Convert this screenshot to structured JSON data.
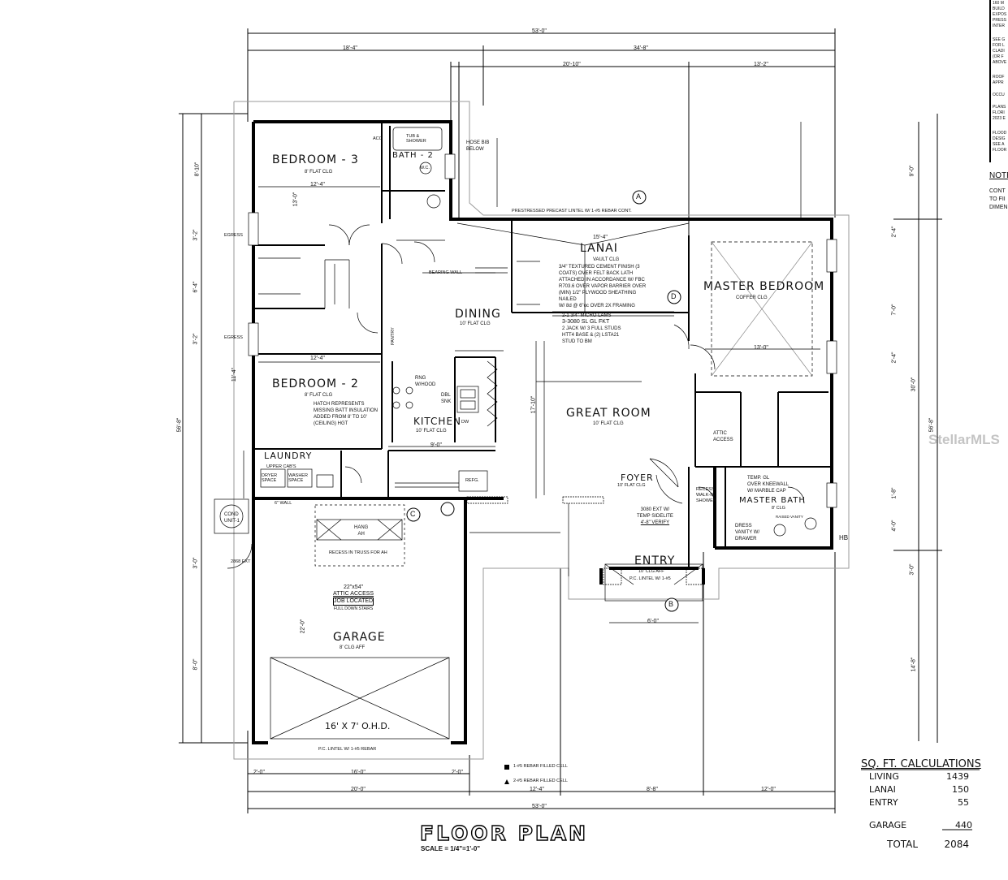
{
  "rooms": {
    "bedroom3": {
      "name": "BEDROOM - 3",
      "ceiling": "8' FLAT CLG",
      "dim": "12'-4\"",
      "dim2": "13'-0\""
    },
    "bath2": {
      "name": "BATH - 2",
      "tub": "TUB & SHOWER",
      "wc": "W.C.",
      "acc": "ACC"
    },
    "lanai": {
      "name": "LANAI",
      "ceiling": "VAULT CLG"
    },
    "master_bedroom": {
      "name": "MASTER BEDROOM",
      "ceiling": "COFFER CLG"
    },
    "dining": {
      "name": "DINING",
      "ceiling": "10' FLAT CLG"
    },
    "bedroom2": {
      "name": "BEDROOM - 2",
      "ceiling": "8' FLAT CLG",
      "dim": "12'-4\""
    },
    "kitchen": {
      "name": "KITCHEN",
      "ceiling": "10' FLAT CLG"
    },
    "great_room": {
      "name": "GREAT ROOM",
      "ceiling": "10' FLAT CLG"
    },
    "laundry": {
      "name": "LAUNDRY",
      "upper": "UPPER CAB'S",
      "dryer": "DRYER SPACE",
      "washer": "WASHER SPACE"
    },
    "foyer": {
      "name": "FOYER",
      "ceiling": "10' FLAT CLG"
    },
    "master_bath": {
      "name": "MASTER BATH",
      "ceiling": "8' CLG"
    },
    "entry": {
      "name": "ENTRY",
      "ceiling": "10' CLG AFF"
    },
    "garage": {
      "name": "GARAGE",
      "ceiling": "8' CLG AFF",
      "door": "16' X 7' O.H.D."
    }
  },
  "notes": {
    "lintel_top": "PRESTRESSED PRECAST LINTEL W/ 1-#5 REBAR CONT.",
    "lanai_finish": [
      "3/4\" TEXTURED CEMENT FINISH (3",
      "COATS) OVER FELT BACK LATH",
      "ATTACHED IN ACCORDANCE W/ FBC",
      "R703.6 OVER VAPOR BARRIER OVER",
      "(MIN) 1/2\" PLYWOOD SHEATHING NAILED",
      "W/ 8d @ 6\"oc OVER 2X FRAMING"
    ],
    "micro_lams": [
      "2-1 3/4\" MICRO LAMS",
      "3-3080 SL GL FKT",
      "2 JACK W/ 3 FULL STUDS",
      "HTT4 BASE & (2) LSTA21",
      "STUD TO BM"
    ],
    "hatch": [
      "HATCH REPRESENTS",
      "MISSING BATT INSULATION",
      "ADDED FROM 8' TO 10'",
      "(CEILING) HGT"
    ],
    "recess": "RECESS IN TRUSS FOR AH",
    "attic": [
      "22\"x54\"",
      "ATTIC ACCESS",
      "JOB LOCATED",
      "FULL DOWN STAIRS"
    ],
    "garage_lintel": "P.C. LINTEL W/ 1-#5 REBAR",
    "legend1": "1-#5 REBAR FILLED CELL",
    "legend2": "2-#5 REBAR FILLED CELL",
    "hose": [
      "HOSE BIB",
      "BELOW"
    ],
    "bearing": "BEARING WALL",
    "wall": "6\" WALL",
    "hang": [
      "HANG",
      "AH"
    ],
    "cond": [
      "COND",
      "UNIT-1"
    ],
    "refg": "REFG.",
    "dbl_sink": [
      "DBL",
      "SNK"
    ],
    "dw": "DW",
    "rng": [
      "RNG",
      "W/HOOD"
    ],
    "pantry": "PANTRY",
    "egress1": "EGRESS",
    "egress2": "EGRESS",
    "door_exit": "2868 EXT",
    "temp_gl": [
      "TEMP. GL",
      "OVER KNEEWALL",
      "W/ MARBLE CAP"
    ],
    "dress": [
      "DRESS",
      "VANITY W/",
      "DRAWER"
    ],
    "raised": "RAISED VANITY",
    "attic_access": [
      "ATTIC",
      "ACCESS"
    ],
    "walkin": [
      "RECESS",
      "WALK-IN",
      "SHOWER"
    ],
    "sidelite": [
      "3080 EXT W/",
      "TEMP SIDELITE",
      "4'-8\" VERIFY"
    ],
    "pc_lintel": "P.C. LINTEL W/ 1-#5",
    "hb": "HB"
  },
  "dims": {
    "overall": "53'-0\"",
    "left_top": "18'-4\"",
    "right_top": "34'-8\"",
    "mid_top": "20'-10\"",
    "right_top2": "13'-2\"",
    "depth_left": "56'-8\"",
    "depth_right": "56'-8\"",
    "bottom_a": "2'-0\"",
    "bottom_b": "16'-0\"",
    "bottom_c": "2'-0\"",
    "bottom_d": "20'-0\"",
    "bottom_e": "12'-4\"",
    "bottom_f": "8'-8\"",
    "bottom_g": "12'-0\"",
    "lanai_w": "15'-4\"",
    "left_side": [
      "8'-10\"",
      "3'-2\"",
      "6'-4\"",
      "3'-2\"",
      "11'-4\"",
      "3'-0\"",
      "8'-0\""
    ],
    "right_side": [
      "9'-0\"",
      "2'-4\"",
      "7'-0\"",
      "2'-4\"",
      "30'-0\"",
      "1'-8\"",
      "4'-0\"",
      "3'-0\"",
      "14'-8\""
    ],
    "garage_h": "22'-0\"",
    "great_d": "17'-10\"",
    "master_w": "13'-0\"",
    "entry_w": "6'-0\"",
    "kitchen_w": "9'-0\""
  },
  "markers": [
    "A",
    "B",
    "C",
    "D"
  ],
  "calculations": {
    "title": "SQ. FT. CALCULATIONS",
    "rows": [
      {
        "label": "LIVING",
        "value": "1439"
      },
      {
        "label": "LANAI",
        "value": "150"
      },
      {
        "label": "ENTRY",
        "value": "55"
      },
      {
        "label": "GARAGE",
        "value": "440"
      },
      {
        "label": "TOTAL",
        "value": "2084"
      }
    ]
  },
  "title": {
    "main": "FLOOR PLAN",
    "scale": "SCALE = 1/4\"=1'-0\""
  },
  "sheet_notes": [
    "160 M",
    "BUILD",
    "EXPOS",
    "PRESS",
    "INTER",
    "SEE G",
    "FOR L",
    "CLADI",
    "(OR F",
    "ABOVE",
    "ROOF",
    "APPR",
    "OCCU",
    "PLANS",
    "FLORI",
    "2023 E",
    "FLOOD",
    "DESIG",
    "SEE A",
    "FLOOR"
  ],
  "side_note": {
    "head": "NOTE",
    "lines": [
      "CONT",
      "TO FII",
      "DIMEN"
    ]
  },
  "watermark": "StellarMLS"
}
